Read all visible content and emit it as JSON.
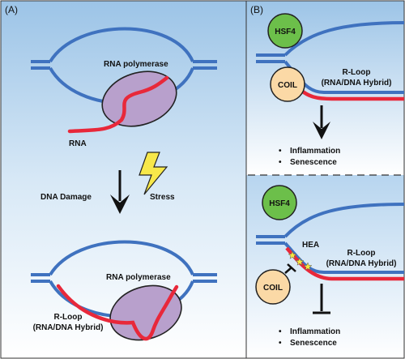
{
  "panel_a": {
    "label": "(A)",
    "top_polymerase": "RNA polymerase",
    "rna": "RNA",
    "dna_damage": "DNA Damage",
    "stress": "Stress",
    "bottom_polymerase": "RNA polymerase",
    "rloop_line1": "R-Loop",
    "rloop_line2": "(RNA/DNA Hybrid)"
  },
  "panel_b": {
    "label": "(B)",
    "top": {
      "hsf4": "HSF4",
      "coil": "COIL",
      "rloop_line1": "R-Loop",
      "rloop_line2": "(RNA/DNA Hybrid)",
      "bullets": [
        "Inflammation",
        "Senescence"
      ]
    },
    "bottom": {
      "hsf4": "HSF4",
      "coil": "COIL",
      "hea": "HEA",
      "rloop_line1": "R-Loop",
      "rloop_line2": "(RNA/DNA Hybrid)",
      "bullets": [
        "Inflammation",
        "Senescence"
      ]
    }
  },
  "colors": {
    "dna": "#3f72bf",
    "rna": "#e8283a",
    "polymerase": "#b8a0cc",
    "hsf4": "#6cbf4a",
    "coil": "#fbd9a6",
    "hea_star": "#f5e640",
    "bolt": "#f7e84a"
  }
}
